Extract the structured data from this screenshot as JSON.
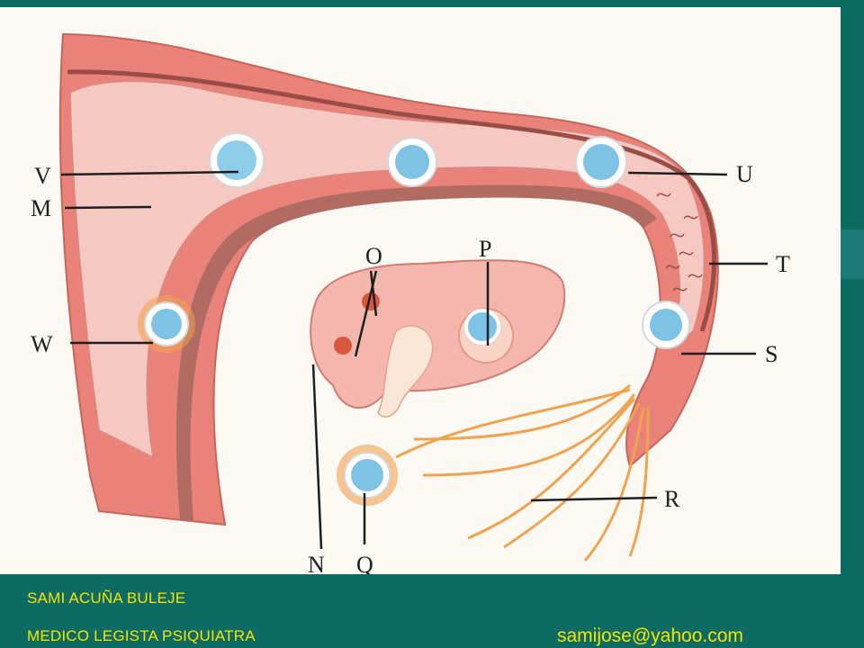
{
  "diagram": {
    "labels": {
      "V": "V",
      "M": "M",
      "W": "W",
      "O": "O",
      "P": "P",
      "U": "U",
      "T": "T",
      "S": "S",
      "R": "R",
      "N": "N",
      "Q": "Q"
    }
  },
  "footer": {
    "author": "SAMI ACUÑA BULEJE",
    "title": "MEDICO LEGISTA  PSIQUIATRA",
    "email": "samijose@yahoo.com"
  },
  "colors": {
    "background": "#0e6b64",
    "footer_text": "#f2e600",
    "uterine_wall": "#e9837a",
    "lumen": "#f5c9c2",
    "muscle_band": "#b06b63",
    "cell_blue": "#7ec3e6"
  }
}
